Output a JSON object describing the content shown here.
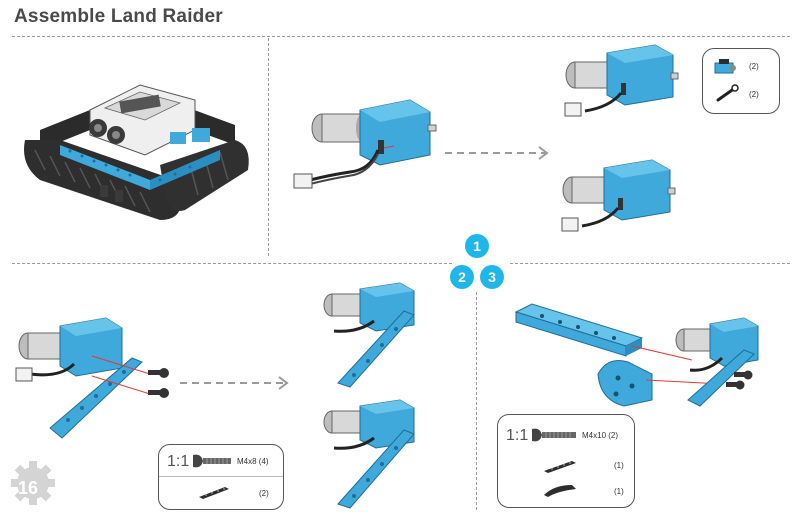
{
  "title": "Assemble Land Raider",
  "page_number": "16",
  "steps": {
    "one": "1",
    "two": "2",
    "three": "3"
  },
  "top_parts": {
    "bracket_qty": "(2)",
    "wrench_qty": "(2)"
  },
  "step2_parts": {
    "ratio": "1:1",
    "screw_label": "M4x8 (4)",
    "plate_qty": "(2)"
  },
  "step3_parts": {
    "ratio": "1:1",
    "screw_label": "M4x10 (2)",
    "beam_qty": "(1)",
    "bracket_qty": "(1)"
  },
  "colors": {
    "accent": "#1fb6ea",
    "part_blue": "#3ea9da",
    "dash": "#9a9a9a"
  }
}
